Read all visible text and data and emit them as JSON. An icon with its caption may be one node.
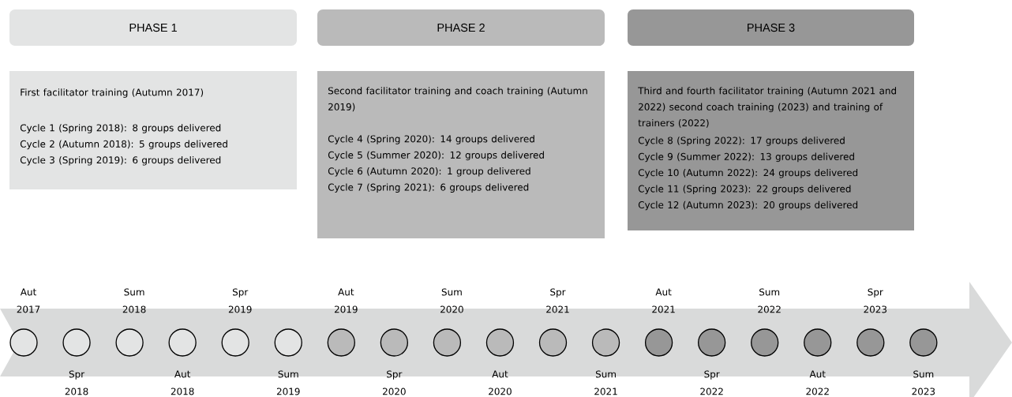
{
  "diagram": {
    "nodes": [
      {
        "text": [
          "PHASE 1"
        ]
      },
      {
        "text": [
          "PHASE 2"
        ]
      },
      {
        "text": [
          "PHASE 3"
        ]
      },
      {
        "text": [
          "First facilitator training (Autumn 2017)",
          "Cycle 1 (Spring 2018): 8 groups delivered",
          "Cycle 2 (Autumn 2018): 5 groups delivered",
          "Cycle 3 (Spring 2019): 6 groups delivered"
        ]
      },
      {
        "text": [
          "Second facilitator training and coach training (Autumn 2019)",
          "Cycle 4 (Spring 2020): 14 groups delivered",
          "Cycle 5 (Summer 2020): 12 groups delivered",
          "Cycle 6 (Autumn 2020): 1 group delivered",
          "Cycle 7 (Spring 2021): 6 groups delivered"
        ]
      },
      {
        "text": [
          "Third and fourth facilitator training (Autumn 2021 and 2022) second coach training (2023) and training of trainers (2022)",
          "Cycle 8 (Spring 2022): 17 groups delivered",
          "Cycle 9 (Summer 2022): 13 groups delivered",
          "Cycle 10 (Autumn 2022): 24 groups delivered",
          "Cycle 11 (Spring 2023): 22 groups delivered",
          "Cycle 12 (Autumn 2023): 20 groups delivered"
        ]
      },
      {
        "text": [],
        "shape": "circle",
        "beside": [
          "Aut 2017"
        ]
      },
      {
        "text": [],
        "shape": "circle",
        "beside": [
          "Spr 2018"
        ]
      },
      {
        "text": [],
        "shape": "circle",
        "beside": [
          "Sum 2018"
        ]
      },
      {
        "text": [],
        "shape": "circle",
        "beside": [
          "Aut 2018"
        ]
      },
      {
        "text": [],
        "shape": "circle",
        "beside": [
          "Spr 2019"
        ]
      },
      {
        "text": [],
        "shape": "circle",
        "beside": [
          "Sum 2019"
        ]
      },
      {
        "text": [],
        "shape": "circle",
        "beside": [
          "Aut 2019"
        ]
      },
      {
        "text": [],
        "shape": "circle",
        "beside": [
          "Spr 2020"
        ]
      },
      {
        "text": [],
        "shape": "circle",
        "beside": [
          "Sum 2020"
        ]
      },
      {
        "text": [],
        "shape": "circle",
        "beside": [
          "Aut 2020"
        ]
      },
      {
        "text": [],
        "shape": "circle",
        "beside": [
          "Spr 2021"
        ]
      },
      {
        "text": [],
        "shape": "circle",
        "beside": [
          "Sum 2021"
        ]
      },
      {
        "text": [],
        "shape": "circle",
        "beside": [
          "Aut 2021"
        ]
      },
      {
        "text": [],
        "shape": "circle",
        "beside": [
          "Spr 2022"
        ]
      },
      {
        "text": [],
        "shape": "circle",
        "beside": [
          "Sum 2022"
        ]
      },
      {
        "text": [],
        "shape": "circle",
        "beside": [
          "Aut 2022"
        ]
      },
      {
        "text": [],
        "shape": "circle",
        "beside": [
          "Spr 2023"
        ]
      },
      {
        "text": [],
        "shape": "circle",
        "beside": [
          "Sum 2023"
        ]
      }
    ]
  }
}
